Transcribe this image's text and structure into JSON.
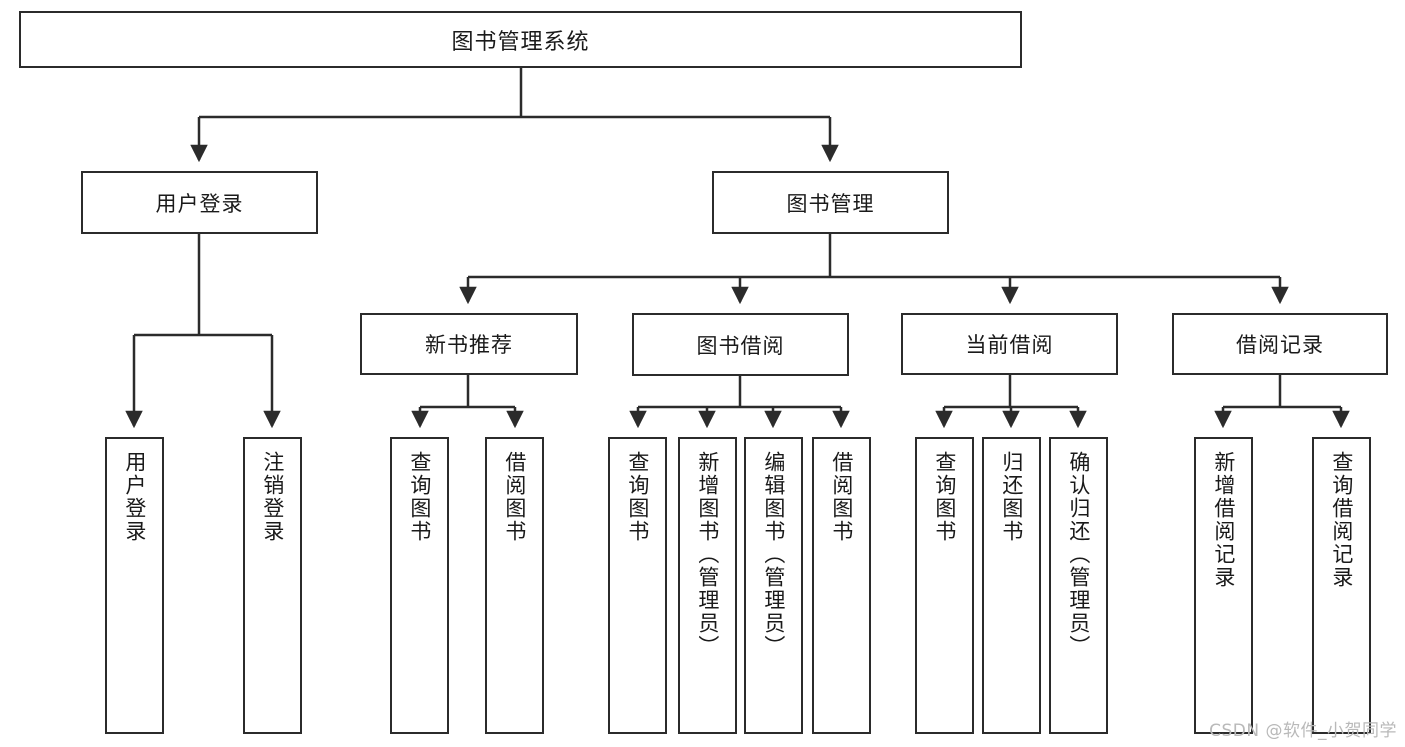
{
  "diagram": {
    "type": "tree",
    "title": "图书管理系统",
    "colors": {
      "border": "#2b2b2b",
      "background": "#ffffff",
      "text": "#1a1a1a",
      "edge": "#2b2b2b",
      "watermark": "#b9b9b9"
    },
    "nodes": {
      "root": {
        "label": "图书管理系统"
      },
      "level2": [
        {
          "id": "user-login",
          "label": "用户登录"
        },
        {
          "id": "book-manage",
          "label": "图书管理"
        }
      ],
      "level3": [
        {
          "id": "new-book-recommend",
          "label": "新书推荐"
        },
        {
          "id": "book-borrow",
          "label": "图书借阅"
        },
        {
          "id": "current-borrow",
          "label": "当前借阅"
        },
        {
          "id": "borrow-record",
          "label": "借阅记录"
        }
      ],
      "leaves": [
        {
          "id": "leaf-user-login",
          "parent": "user-login",
          "label": "用户登录"
        },
        {
          "id": "leaf-logout-login",
          "parent": "user-login",
          "label": "注销登录"
        },
        {
          "id": "leaf-query-book-1",
          "parent": "new-book-recommend",
          "label": "查询图书"
        },
        {
          "id": "leaf-borrow-book-1",
          "parent": "new-book-recommend",
          "label": "借阅图书"
        },
        {
          "id": "leaf-query-book-2",
          "parent": "book-borrow",
          "label": "查询图书"
        },
        {
          "id": "leaf-add-book",
          "parent": "book-borrow",
          "label": "新增图书（管理员）"
        },
        {
          "id": "leaf-edit-book",
          "parent": "book-borrow",
          "label": "编辑图书（管理员）"
        },
        {
          "id": "leaf-borrow-book-2",
          "parent": "book-borrow",
          "label": "借阅图书"
        },
        {
          "id": "leaf-query-book-3",
          "parent": "current-borrow",
          "label": "查询图书"
        },
        {
          "id": "leaf-return-book",
          "parent": "current-borrow",
          "label": "归还图书"
        },
        {
          "id": "leaf-confirm-return",
          "parent": "current-borrow",
          "label": "确认归还（管理员）"
        },
        {
          "id": "leaf-add-record",
          "parent": "borrow-record",
          "label": "新增借阅记录"
        },
        {
          "id": "leaf-query-record",
          "parent": "borrow-record",
          "label": "查询借阅记录"
        }
      ]
    },
    "watermark": "CSDN @软件_小贺同学"
  }
}
